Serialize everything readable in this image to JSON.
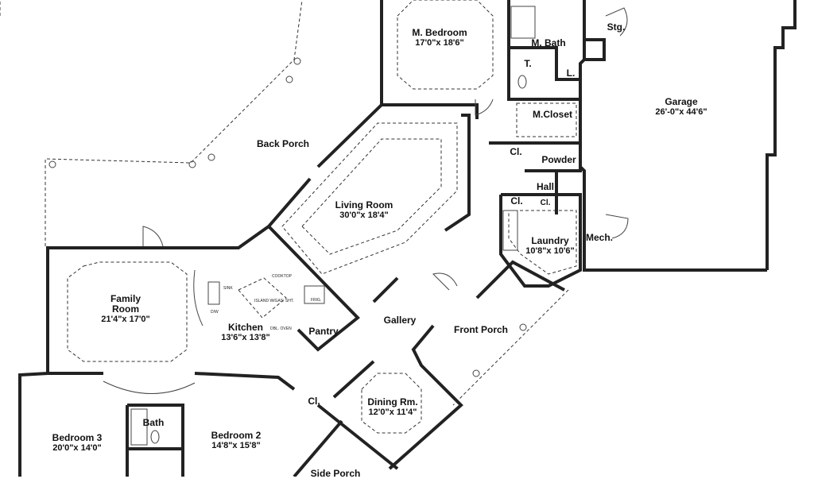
{
  "rooms": [
    {
      "name": "M. Bedroom",
      "dims": "17'0\"x 18'6\""
    },
    {
      "name": "M. Bath"
    },
    {
      "name": "Stg."
    },
    {
      "name": "T."
    },
    {
      "name": "L."
    },
    {
      "name": "M.Closet"
    },
    {
      "name": "Garage",
      "dims": "26'-0\"x 44'6\""
    },
    {
      "name": "Back Porch"
    },
    {
      "name": "Cl."
    },
    {
      "name": "Powder"
    },
    {
      "name": "Hall"
    },
    {
      "name": "Cl."
    },
    {
      "name": "Cl."
    },
    {
      "name": "Living Room",
      "dims": "30'0\"x 18'4\""
    },
    {
      "name": "Laundry",
      "dims": "10'8\"x 10'6\""
    },
    {
      "name": "Mech."
    },
    {
      "name": "Family Room",
      "dims": "21'4\"x 17'0\""
    },
    {
      "name": "Kitchen",
      "dims": "13'6\"x 13'8\""
    },
    {
      "name": "Pantry"
    },
    {
      "name": "Gallery"
    },
    {
      "name": "Front Porch"
    },
    {
      "name": "Dining Rm.",
      "dims": "12'0\"x 11'4\""
    },
    {
      "name": "Cl."
    },
    {
      "name": "Bath"
    },
    {
      "name": "Bedroom 3",
      "dims": "20'0\"x 14'0\""
    },
    {
      "name": "Bedroom 2",
      "dims": "14'8\"x 15'8\""
    },
    {
      "name": "Side Porch"
    }
  ],
  "fixtures": {
    "sink": "SINK",
    "cooktop": "COOKTOP",
    "island": "ISLAND W/GAS. SHT.",
    "frig": "FRIG.",
    "dbl_oven": "DBL. OVEN",
    "dw": "D/W"
  }
}
